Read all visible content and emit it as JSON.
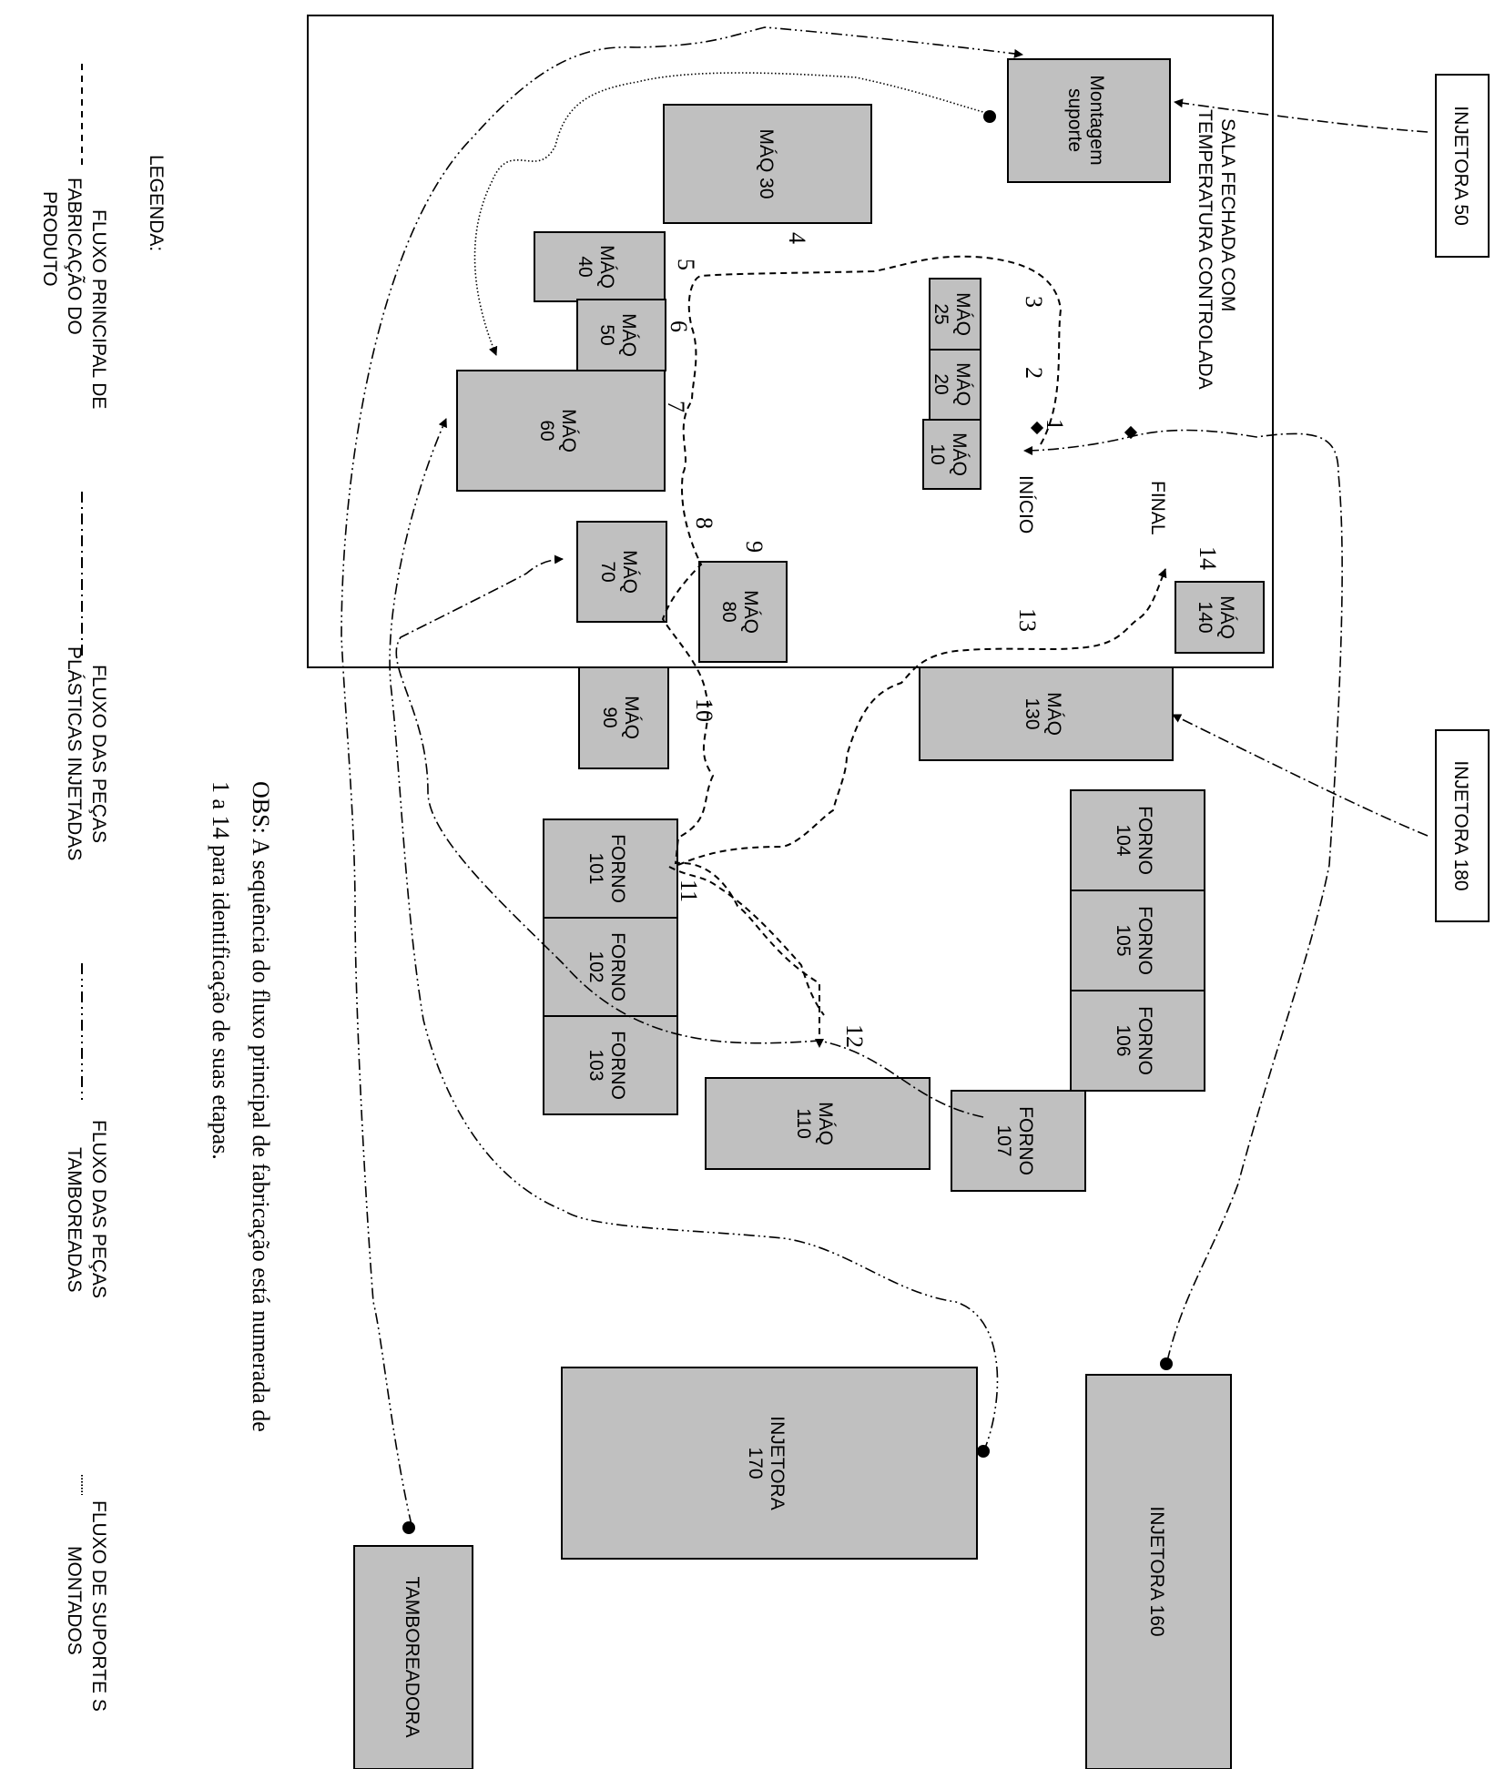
{
  "room_label": [
    "SALA FECHADA COM",
    "TEMPERATURA CONTROLADA"
  ],
  "machines": {
    "montagem": [
      "Montagem",
      "suporte"
    ],
    "maq30": [
      "MÁQ 30"
    ],
    "maq40": [
      "MÁQ",
      "40"
    ],
    "maq50": [
      "MÁQ",
      "50"
    ],
    "maq60": [
      "MÁQ",
      "60"
    ],
    "maq25": [
      "MÁQ",
      "25"
    ],
    "maq20": [
      "MÁQ",
      "20"
    ],
    "maq10": [
      "MÁQ",
      "10"
    ],
    "maq70": [
      "MÁQ",
      "70"
    ],
    "maq80": [
      "MÁQ",
      "80"
    ],
    "maq140": [
      "MÁQ",
      "140"
    ],
    "maq90": [
      "MÁQ",
      "90"
    ],
    "maq130": [
      "MÁQ",
      "130"
    ],
    "forno101": [
      "FORNO",
      "101"
    ],
    "forno102": [
      "FORNO",
      "102"
    ],
    "forno103": [
      "FORNO",
      "103"
    ],
    "forno104": [
      "FORNO",
      "104"
    ],
    "forno105": [
      "FORNO",
      "105"
    ],
    "forno106": [
      "FORNO",
      "106"
    ],
    "forno107": [
      "FORNO",
      "107"
    ],
    "maq110": [
      "MÁQ",
      "110"
    ],
    "injetora170": [
      "INJETORA",
      "170"
    ],
    "injetora160": [
      "INJETORA 160"
    ],
    "tamboreadora": [
      "TAMBOREADORA"
    ],
    "injetora50": [
      "INJETORA 50"
    ],
    "injetora180": [
      "INJETORA 180"
    ]
  },
  "flow_labels": {
    "inicio": "INÍCIO",
    "final": "FINAL",
    "steps": [
      "1",
      "2",
      "3",
      "4",
      "5",
      "6",
      "7",
      "8",
      "9",
      "10",
      "11",
      "12",
      "13",
      "14"
    ]
  },
  "obs": [
    "OBS: A sequência do fluxo principal de fabricação está numerada de",
    "1 a 14  para identificação de suas etapas."
  ],
  "legend": {
    "title": "LEGENDA:",
    "items": [
      [
        "FLUXO PRINCIPAL DE",
        "FABRICAÇÃO DO",
        "PRODUTO"
      ],
      [
        "FLUXO DAS PEÇAS",
        "PLÁSTICAS INJETADAS"
      ],
      [
        "FLUXO DAS PEÇAS",
        "TAMBOREADAS"
      ],
      [
        "FLUXO DE SUPORTE S",
        "MONTADOS"
      ]
    ]
  }
}
